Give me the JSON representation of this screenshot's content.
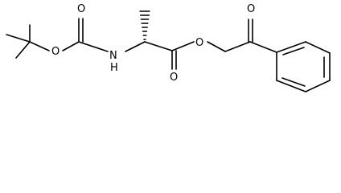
{
  "atoms": {
    "o_carbamate_ether": "O",
    "o_carbamate_carbonyl": "O",
    "n_amide": "N",
    "h_amide": "H",
    "o_ester_ether": "O",
    "o_ester_carbonyl": "O",
    "o_ketone": "O"
  },
  "colors": {
    "bond": "#000000",
    "label": "#000000",
    "background": "#ffffff"
  }
}
